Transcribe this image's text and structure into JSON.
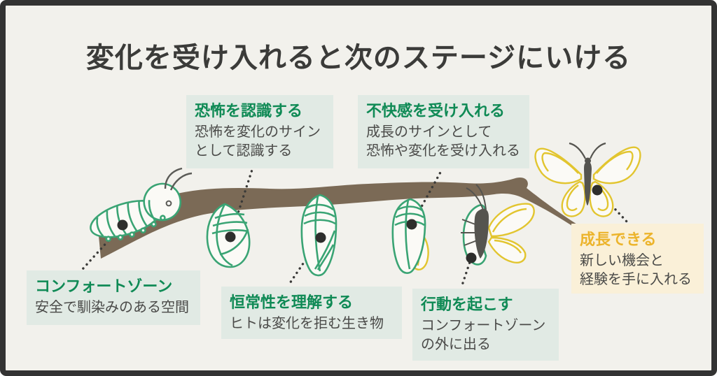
{
  "title": "変化を受け入れると次のステージにいける",
  "colors": {
    "background": "#f2f1ec",
    "frame": "#333333",
    "accent_green": "#0f8a55",
    "accent_yellow": "#ecb42c",
    "lineart_green": "#3aa474",
    "lineart_yellow": "#e2c52f",
    "branch_brown": "#7b6a56",
    "mint_box": "#e1eae4",
    "cream_box": "#faf0d8",
    "ink": "#3b3b39",
    "body_text": "#4a4a48"
  },
  "stages": [
    {
      "id": "comfort-zone",
      "heading": "コンフォートゾーン",
      "body_lines": [
        "安全で馴染みのある空間"
      ],
      "theme": "green",
      "icon": "caterpillar"
    },
    {
      "id": "recognize-fear",
      "heading": "恐怖を認識する",
      "body_lines": [
        "恐怖を変化のサイン",
        "として認識する"
      ],
      "theme": "green",
      "icon": "curled-pupa"
    },
    {
      "id": "understand-homeostasis",
      "heading": "恒常性を理解する",
      "body_lines": [
        "ヒトは変化を拒む生き物"
      ],
      "theme": "green",
      "icon": "chrysalis"
    },
    {
      "id": "accept-discomfort",
      "heading": "不快感を受け入れる",
      "body_lines": [
        "成長のサインとして",
        "恐怖や変化を受け入れる"
      ],
      "theme": "green",
      "icon": "chrysalis-with-emerging-wing"
    },
    {
      "id": "take-action",
      "heading": "行動を起こす",
      "body_lines": [
        "コンフォートゾーン",
        "の外に出る"
      ],
      "theme": "green",
      "icon": "butterfly-emerging-from-chrysalis"
    },
    {
      "id": "can-grow",
      "heading": "成長できる",
      "body_lines": [
        "新しい機会と",
        "経験を手に入れる"
      ],
      "theme": "yellow",
      "icon": "butterfly"
    }
  ],
  "illustration": {
    "branch": "tree-branch",
    "connector_style": "dotted-line-with-dot-marker"
  }
}
